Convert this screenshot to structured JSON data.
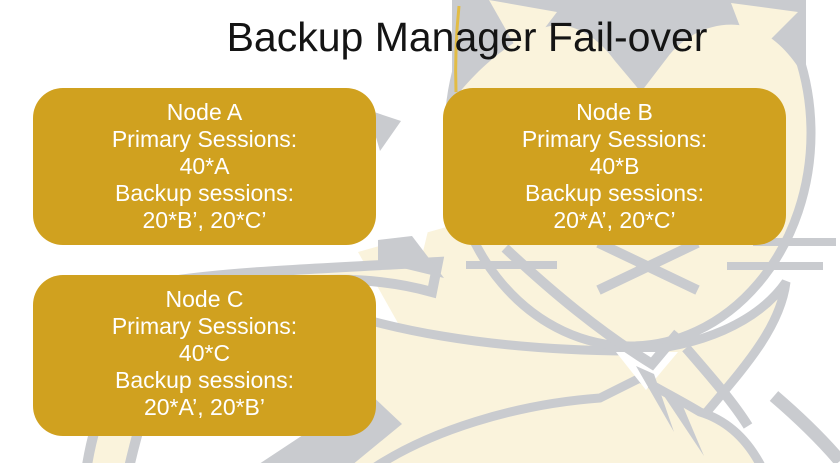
{
  "title": "Backup Manager Fail-over",
  "watermark_icon": "tomcat-cat-logo",
  "colors": {
    "node_fill": "#D0A11F",
    "node_text": "#FFFFFF",
    "title_text": "#141414",
    "cat_outline": "#C9CBCF",
    "cat_fill": "#FAF3DC",
    "cat_accent": "#E2BC45",
    "page_bg": "#FFFFFF"
  },
  "nodes": [
    {
      "name": "Node A",
      "primary_label": "Primary Sessions:",
      "primary_value": "40*A",
      "backup_label": "Backup sessions:",
      "backup_value": "20*B’, 20*C’"
    },
    {
      "name": "Node B",
      "primary_label": "Primary Sessions:",
      "primary_value": "40*B",
      "backup_label": "Backup sessions:",
      "backup_value": "20*A’, 20*C’"
    },
    {
      "name": "Node C",
      "primary_label": "Primary Sessions:",
      "primary_value": "40*C",
      "backup_label": "Backup sessions:",
      "backup_value": "20*A’, 20*B’"
    }
  ]
}
